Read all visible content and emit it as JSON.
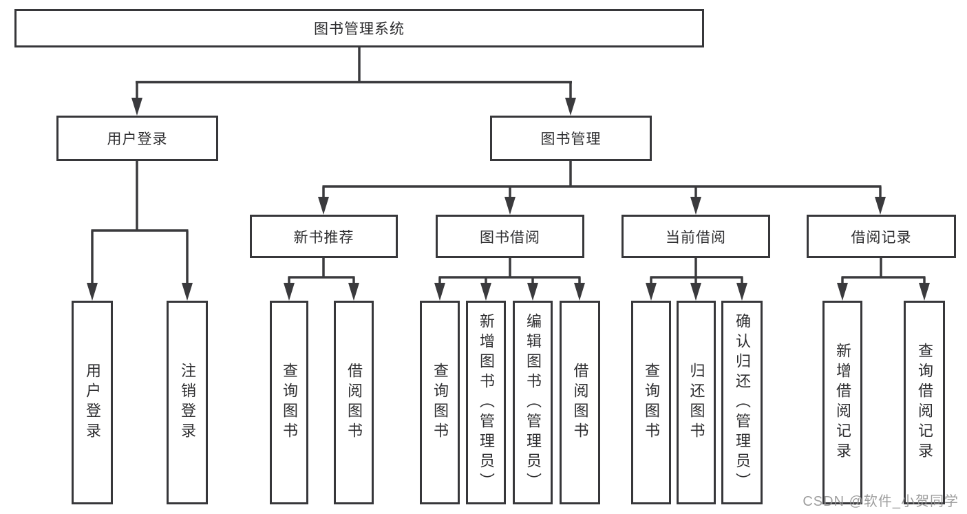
{
  "diagram_title": "图书管理系统",
  "tree": {
    "root": {
      "label": "图书管理系统"
    },
    "branches": [
      {
        "label": "用户登录",
        "children": [
          "用户登录",
          "注销登录"
        ]
      },
      {
        "label": "图书管理",
        "sections": [
          {
            "label": "新书推荐",
            "children": [
              "查询图书",
              "借阅图书"
            ]
          },
          {
            "label": "图书借阅",
            "children": [
              "查询图书",
              "新增图书（管理员）",
              "编辑图书（管理员）",
              "借阅图书"
            ]
          },
          {
            "label": "当前借阅",
            "children": [
              "查询图书",
              "归还图书",
              "确认归还（管理员）"
            ]
          },
          {
            "label": "借阅记录",
            "children": [
              "新增借阅记录",
              "查询借阅记录"
            ]
          }
        ]
      }
    ]
  },
  "watermark": {
    "text": "CSDN @软件_小贺同学"
  },
  "colors": {
    "line": "#3a3a3d",
    "box_border": "#37373a",
    "text": "#2e2e30",
    "watermark": "#949494",
    "background": "#ffffff"
  }
}
